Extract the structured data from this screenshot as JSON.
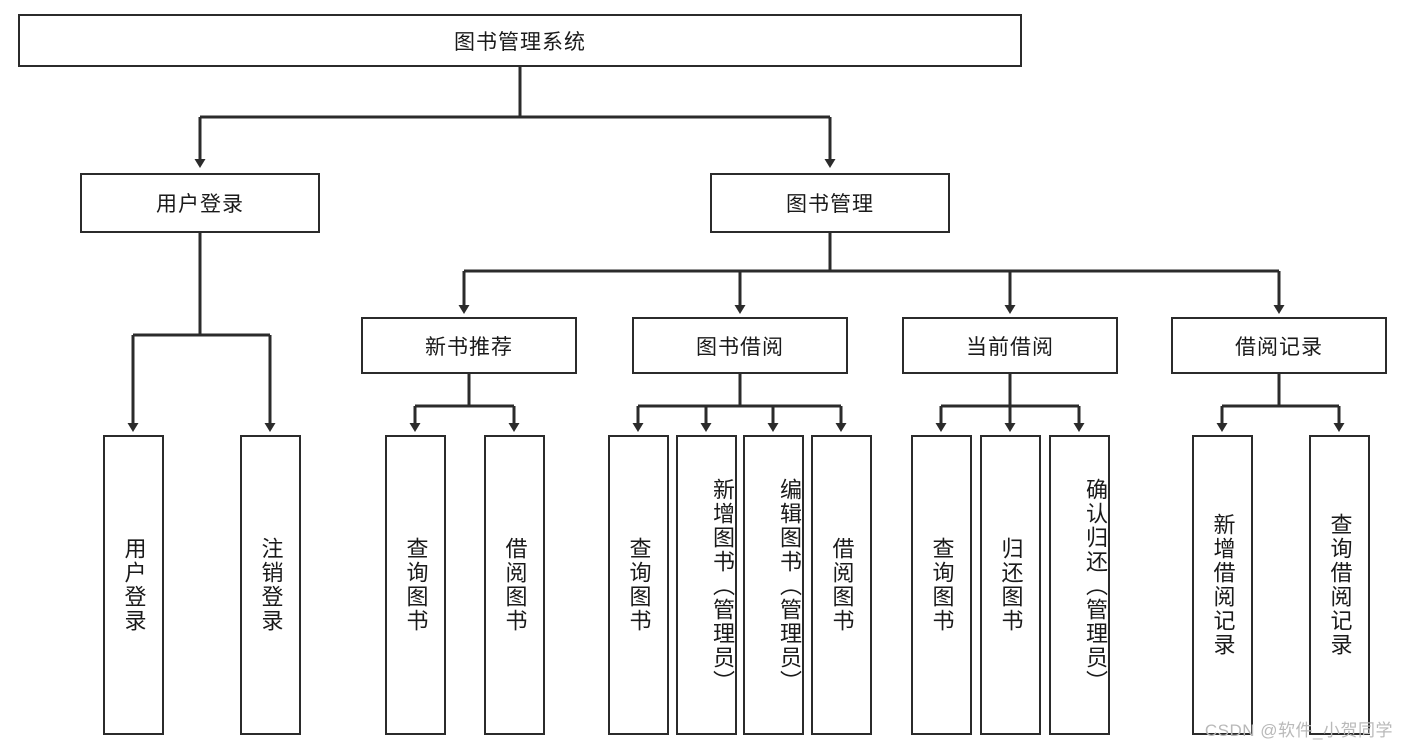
{
  "diagram": {
    "type": "tree",
    "title": "图书管理系统",
    "root": {
      "label": "图书管理系统"
    },
    "level2": [
      {
        "id": "user-login",
        "label": "用户登录"
      },
      {
        "id": "book-manage",
        "label": "图书管理"
      }
    ],
    "level3": [
      {
        "id": "new-book-recommend",
        "label": "新书推荐",
        "parent": "book-manage"
      },
      {
        "id": "book-borrow",
        "label": "图书借阅",
        "parent": "book-manage"
      },
      {
        "id": "current-borrow",
        "label": "当前借阅",
        "parent": "book-manage"
      },
      {
        "id": "borrow-record",
        "label": "借阅记录",
        "parent": "book-manage"
      }
    ],
    "leaves": [
      {
        "id": "leaf-user-login",
        "label": "用户登录",
        "parent": "user-login"
      },
      {
        "id": "leaf-logout",
        "label": "注销登录",
        "parent": "user-login"
      },
      {
        "id": "leaf-query-book-1",
        "label": "查询图书",
        "parent": "new-book-recommend"
      },
      {
        "id": "leaf-borrow-book-1",
        "label": "借阅图书",
        "parent": "new-book-recommend"
      },
      {
        "id": "leaf-query-book-2",
        "label": "查询图书",
        "parent": "book-borrow"
      },
      {
        "id": "leaf-add-book",
        "label": "新增图书（管理员）",
        "parent": "book-borrow"
      },
      {
        "id": "leaf-edit-book",
        "label": "编辑图书（管理员）",
        "parent": "book-borrow"
      },
      {
        "id": "leaf-borrow-book-2",
        "label": "借阅图书",
        "parent": "book-borrow"
      },
      {
        "id": "leaf-query-book-3",
        "label": "查询图书",
        "parent": "current-borrow"
      },
      {
        "id": "leaf-return-book",
        "label": "归还图书",
        "parent": "current-borrow"
      },
      {
        "id": "leaf-confirm-return",
        "label": "确认归还（管理员）",
        "parent": "current-borrow"
      },
      {
        "id": "leaf-add-record",
        "label": "新增借阅记录",
        "parent": "borrow-record"
      },
      {
        "id": "leaf-query-record",
        "label": "查询借阅记录",
        "parent": "borrow-record"
      }
    ],
    "watermark": "CSDN @软件_小贺同学",
    "colors": {
      "border": "#2b2b2b",
      "background": "#ffffff",
      "text": "#1a1a1a",
      "connector": "#2b2b2b",
      "watermark": "#b9b9b9"
    }
  }
}
